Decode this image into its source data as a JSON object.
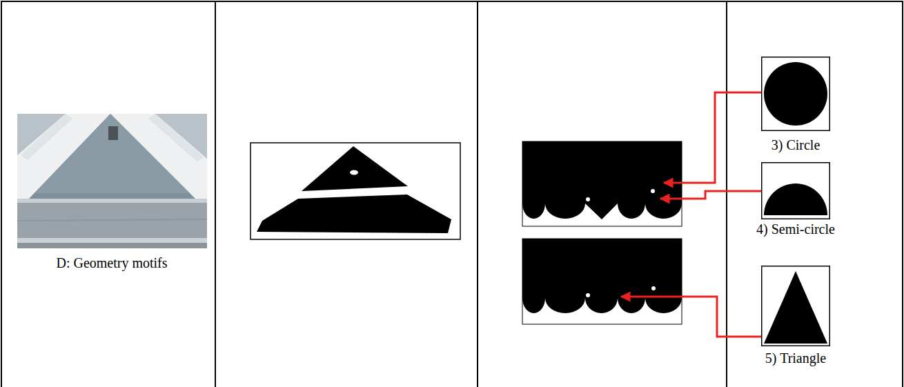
{
  "diagram": {
    "nodes": [
      {
        "text": [
          "3) Circle"
        ]
      },
      {
        "text": [
          "4) Semi-circle"
        ]
      },
      {
        "text": [
          "5) Triangle"
        ]
      }
    ],
    "labels": [
      "D: Geometry motifs"
    ]
  }
}
